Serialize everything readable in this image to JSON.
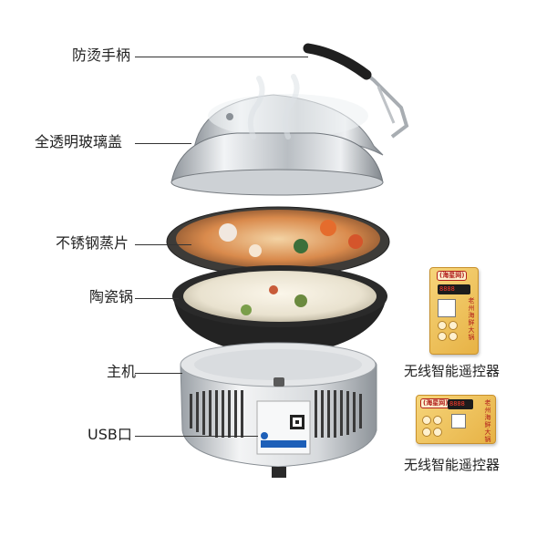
{
  "labels": {
    "handle": "防烫手柄",
    "lid": "全透明玻璃盖",
    "steamer": "不锈钢蒸片",
    "pot": "陶瓷锅",
    "base": "主机",
    "usb": "USB口"
  },
  "remotes": {
    "caption_top": "无线智能遥控器",
    "caption_bottom": "无线智能遥控器",
    "brand": "(海星网)",
    "display": "8888",
    "side_text": "老州海鲜大锅"
  },
  "colors": {
    "text": "#222222",
    "remote_gold": "#e7b245",
    "remote_red": "#b2201c",
    "pot_black": "#2a2a2a",
    "steel": "#c9ccd0"
  },
  "icons": [
    "steam-icon",
    "qr-code-icon",
    "power-button-icon"
  ]
}
